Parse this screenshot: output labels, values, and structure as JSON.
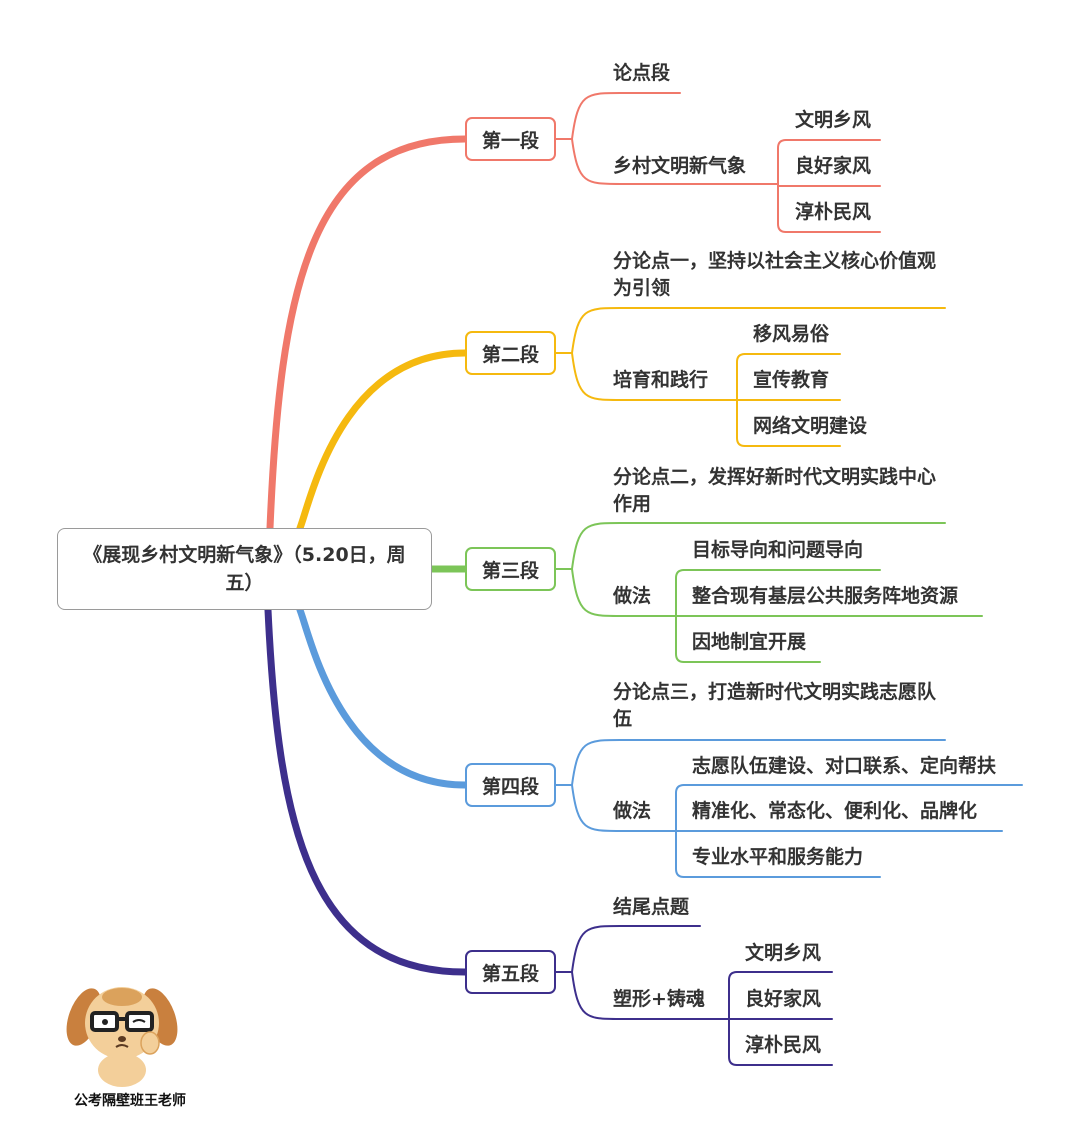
{
  "root": {
    "title": "《展现乡村文明新气象》（5.20日，周五）"
  },
  "branches": [
    {
      "label": "第一段",
      "color": "#f0786a",
      "children": [
        {
          "label": "论点段",
          "children": []
        },
        {
          "label": "乡村文明新气象",
          "children": [
            "文明乡风",
            "良好家风",
            "淳朴民风"
          ]
        }
      ]
    },
    {
      "label": "第二段",
      "color": "#f5b90f",
      "children": [
        {
          "label": "分论点一，坚持以社会主义核心价值观为引领",
          "children": []
        },
        {
          "label": "培育和践行",
          "children": [
            "移风易俗",
            "宣传教育",
            "网络文明建设"
          ]
        }
      ]
    },
    {
      "label": "第三段",
      "color": "#7cc558",
      "children": [
        {
          "label": "分论点二，发挥好新时代文明实践中心作用",
          "children": []
        },
        {
          "label": "做法",
          "children": [
            "目标导向和问题导向",
            "整合现有基层公共服务阵地资源",
            "因地制宜开展"
          ]
        }
      ]
    },
    {
      "label": "第四段",
      "color": "#5b9bdc",
      "children": [
        {
          "label": "分论点三，打造新时代文明实践志愿队伍",
          "children": []
        },
        {
          "label": "做法",
          "children": [
            "志愿队伍建设、对口联系、定向帮扶",
            "精准化、常态化、便利化、品牌化",
            "专业水平和服务能力"
          ]
        }
      ]
    },
    {
      "label": "第五段",
      "color": "#3d2f8c",
      "children": [
        {
          "label": "结尾点题",
          "children": []
        },
        {
          "label": "塑形+铸魂",
          "children": [
            "文明乡风",
            "良好家风",
            "淳朴民风"
          ]
        }
      ]
    }
  ],
  "credit": "公考隔壁班王老师",
  "mascot_icon": "cartoon-dog-with-glasses-icon"
}
